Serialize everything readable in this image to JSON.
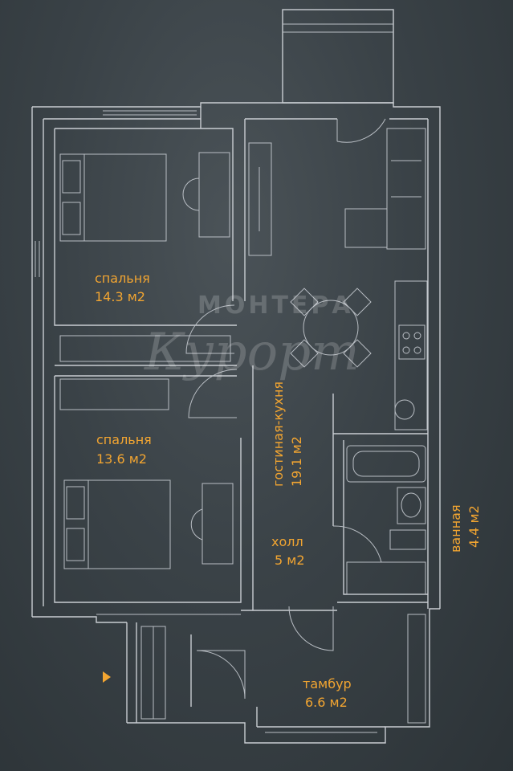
{
  "rooms": {
    "bedroom1": {
      "name": "спальня",
      "area": "14.3 м2"
    },
    "bedroom2": {
      "name": "спальня",
      "area": "13.6 м2"
    },
    "living_kitchen": {
      "name": "гостиная-кухня",
      "area": "19.1 м2"
    },
    "hall": {
      "name": "холл",
      "area": "5 м2"
    },
    "vestibule": {
      "name": "тамбур",
      "area": "6.6 м2"
    },
    "bathroom": {
      "name": "ванная",
      "area": "4.4 м2"
    }
  },
  "watermark": {
    "line1": "МОНТЕРА",
    "line2": "Курорт"
  },
  "colors": {
    "accent": "#f2a531",
    "lines": "#c9cdd2",
    "background": "#3a4247"
  },
  "icons": {
    "entrance": "triangle-right-icon"
  }
}
